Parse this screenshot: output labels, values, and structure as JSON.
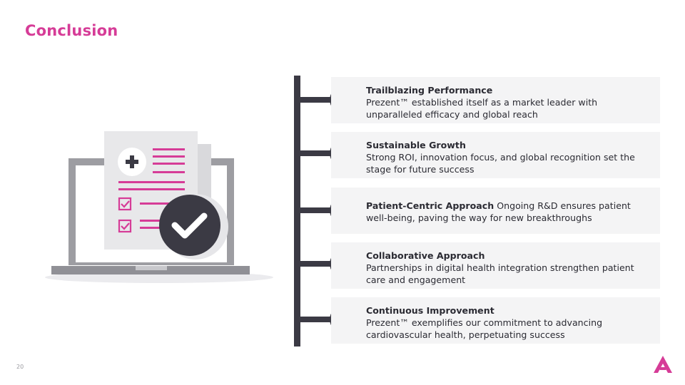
{
  "slide": {
    "title": "Conclusion",
    "page_number": "20"
  },
  "timeline": {
    "items": [
      {
        "heading": "Trailblazing Performance",
        "body": "Prezent™ established itself as a market leader with unparalleled efficacy and global reach"
      },
      {
        "heading": "Sustainable Growth",
        "body": "Strong ROI, innovation focus, and global recognition set the stage for future success"
      },
      {
        "heading": "Patient-Centric Approach",
        "body": "Ongoing R&D ensures patient well-being, paving the way for new breakthroughs"
      },
      {
        "heading": "Collaborative Approach",
        "body": "Partnerships in digital health integration strengthen patient care and engagement"
      },
      {
        "heading": "Continuous Improvement",
        "body": "Prezent™ exemplifies our commitment to advancing cardiovascular health, perpetuating success"
      }
    ]
  },
  "colors": {
    "accent": "#d63c97",
    "timeline": "#3b3a44",
    "card_bg": "#f4f4f5"
  },
  "icons": {
    "illustration": "laptop-medical-report-checkmark",
    "logo": "prezent-logo"
  }
}
